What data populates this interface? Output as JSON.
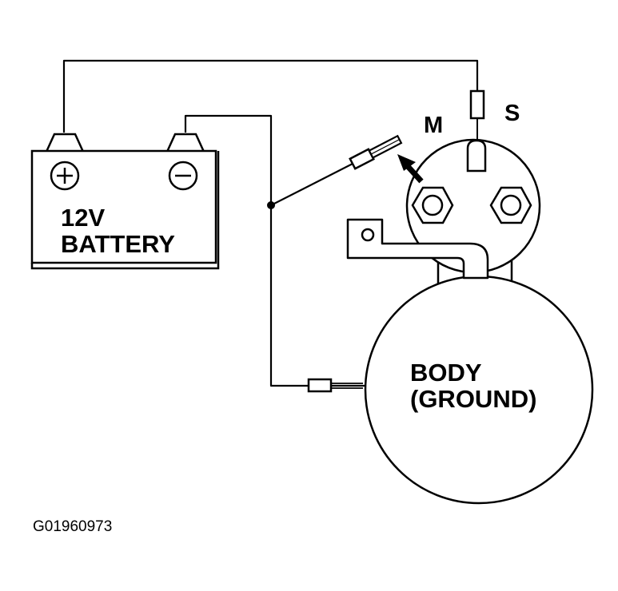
{
  "battery": {
    "line1": "12V",
    "line2": "BATTERY",
    "positive_symbol": "+",
    "negative_symbol": "−"
  },
  "starter": {
    "terminal_m": "M",
    "terminal_s": "S",
    "body_line1": "BODY",
    "body_line2": "(GROUND)"
  },
  "figure_code": "G01960973",
  "colors": {
    "ink": "#000000",
    "background": "#ffffff"
  }
}
